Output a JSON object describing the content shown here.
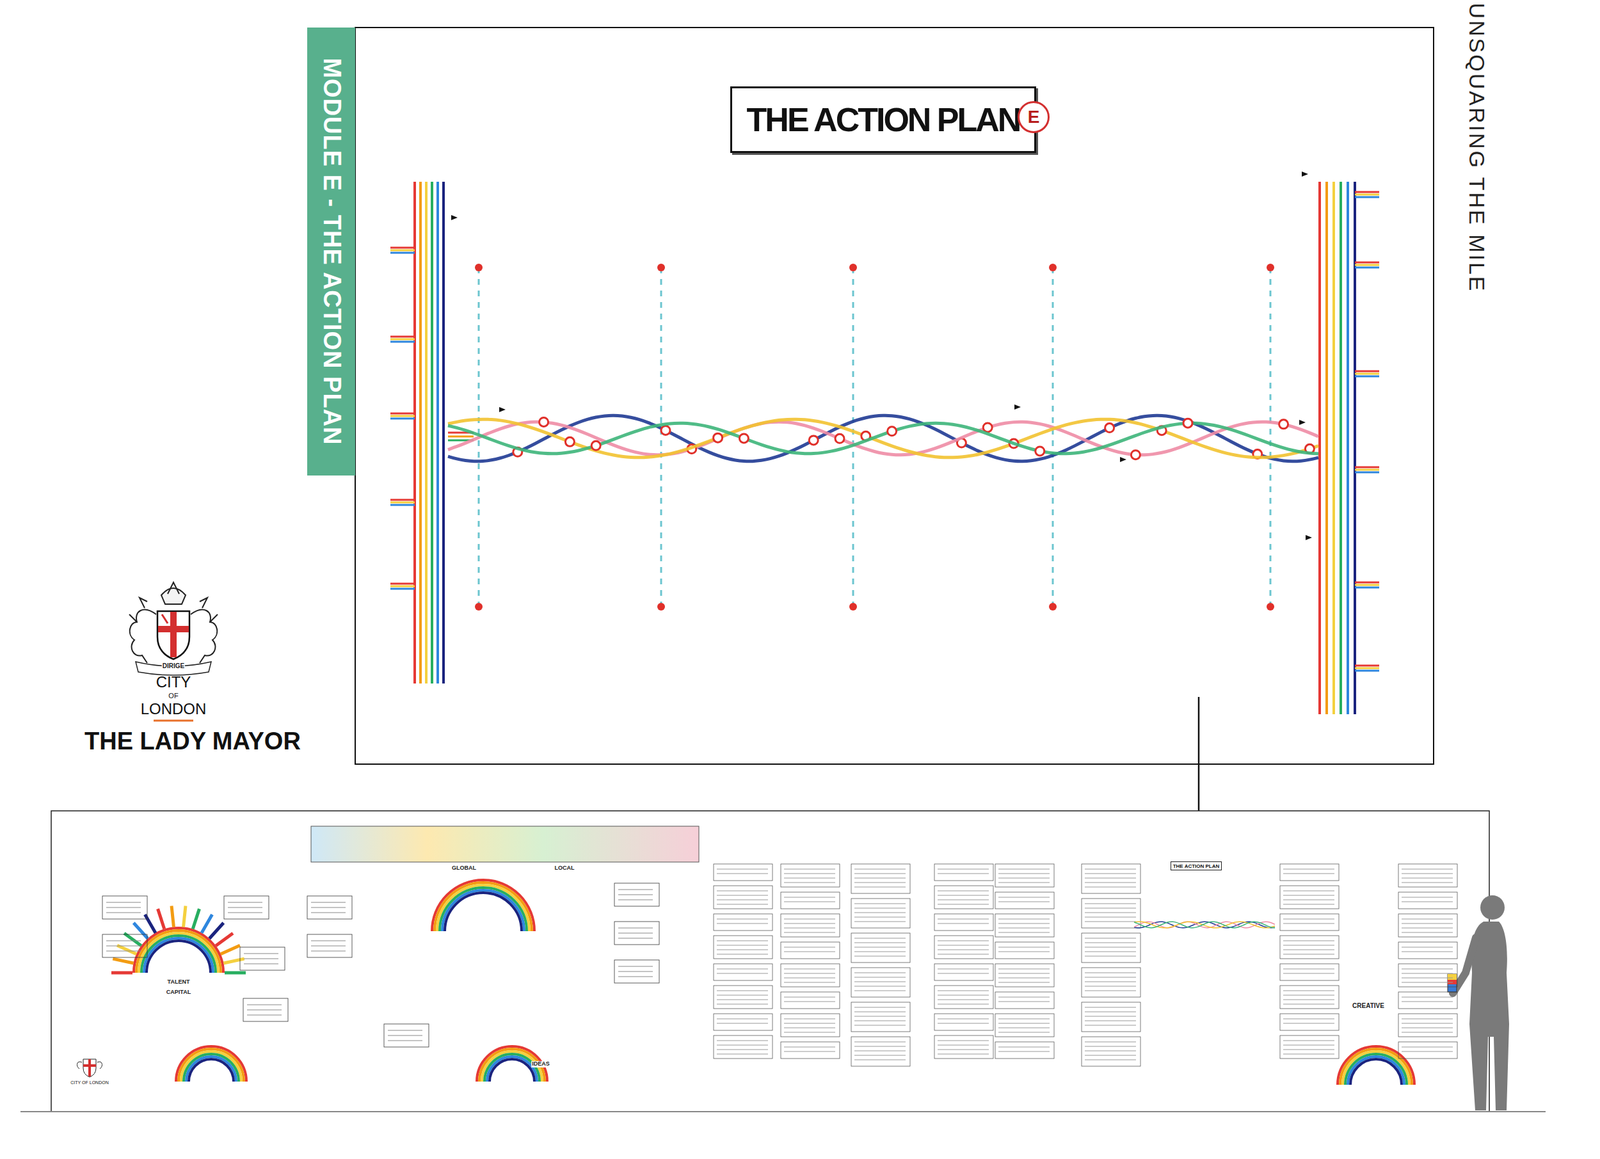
{
  "diagram": {
    "nodes": [
      {
        "text": [
          "MODULE E - THE ACTION PLAN"
        ]
      },
      {
        "text": [
          "THE ACTION PLAN"
        ]
      },
      {
        "text": [
          "E"
        ]
      },
      {
        "text": [
          "THE ACTION PLAN"
        ]
      }
    ],
    "labels": [
      "UNSQUARING THE MILE",
      "DIRIGE",
      "CITY",
      "OF",
      "LONDON",
      "THE LADY MAYOR",
      "CITY OF LONDON",
      "GLOBAL",
      "LOCAL",
      "CAPITAL",
      "TALENT",
      "IDEAS",
      "CREATIVE"
    ]
  }
}
